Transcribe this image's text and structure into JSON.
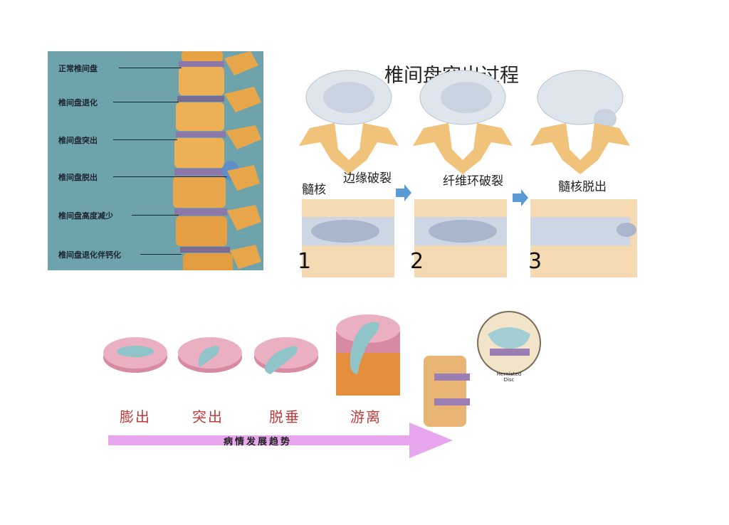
{
  "spine_panel": {
    "labels": [
      "正常椎间盘",
      "椎间盘退化",
      "椎间盘突出",
      "椎间盘脱出",
      "椎间盘高度减少",
      "椎间盘退化伴钙化"
    ]
  },
  "process_panel": {
    "title": "椎间盘突出过程",
    "labels": {
      "nucleus": "髓核",
      "edge_rupture": "边缘破裂",
      "annulus_rupture": "纤维环破裂",
      "nucleus_prolapse": "髓核脱出"
    },
    "step_numbers": [
      "1",
      "2",
      "3"
    ],
    "arrow_color": "#5b9bd5"
  },
  "stages_panel": {
    "stages": [
      "膨出",
      "突出",
      "脱垂",
      "游离"
    ],
    "trend_label": "病情发展趋势",
    "trend_arrow_color": "#e8a6ee",
    "stage_text_color": "#c23b3b",
    "herniated_label": "Herniated Disc"
  }
}
